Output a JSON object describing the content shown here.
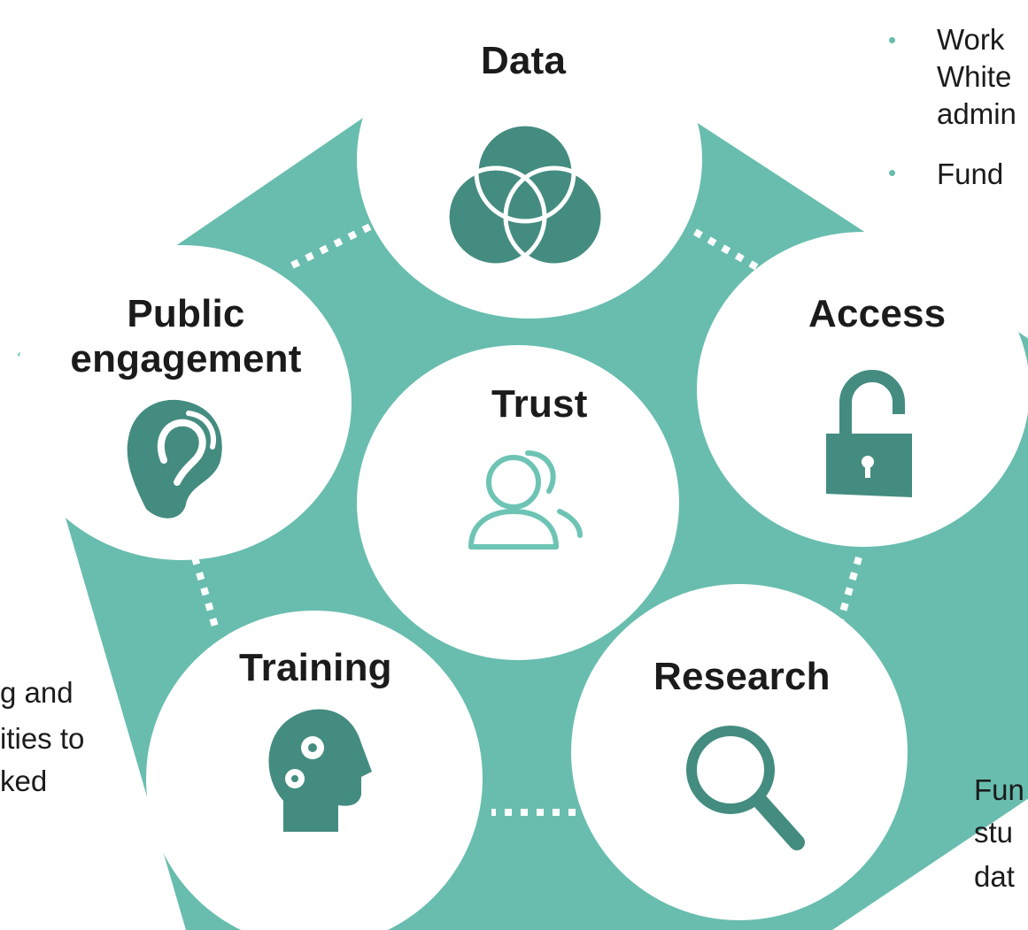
{
  "colors": {
    "pentagon": "#68bdae",
    "icon_dark": "#448c80",
    "icon_light": "#6ec4b4",
    "circle": "#ffffff",
    "bullet": "#67bdae"
  },
  "nodes": {
    "data": {
      "label": "Data",
      "icon": "venn-diagram-icon"
    },
    "access": {
      "label": "Access",
      "icon": "padlock-open-icon"
    },
    "research": {
      "label": "Research",
      "icon": "magnifier-icon"
    },
    "training": {
      "label": "Training",
      "icon": "head-gears-icon"
    },
    "public": {
      "label_line1": "Public",
      "label_line2": "engagement",
      "icon": "ear-icon"
    },
    "trust": {
      "label": "Trust",
      "icon": "people-icon"
    }
  },
  "notes": {
    "top_right": [
      "Work",
      "White",
      "admin",
      "Fund"
    ],
    "left": [
      "g and",
      "ities to",
      "ked"
    ],
    "bottom_right": [
      "Fun",
      "stu",
      "dat"
    ]
  }
}
